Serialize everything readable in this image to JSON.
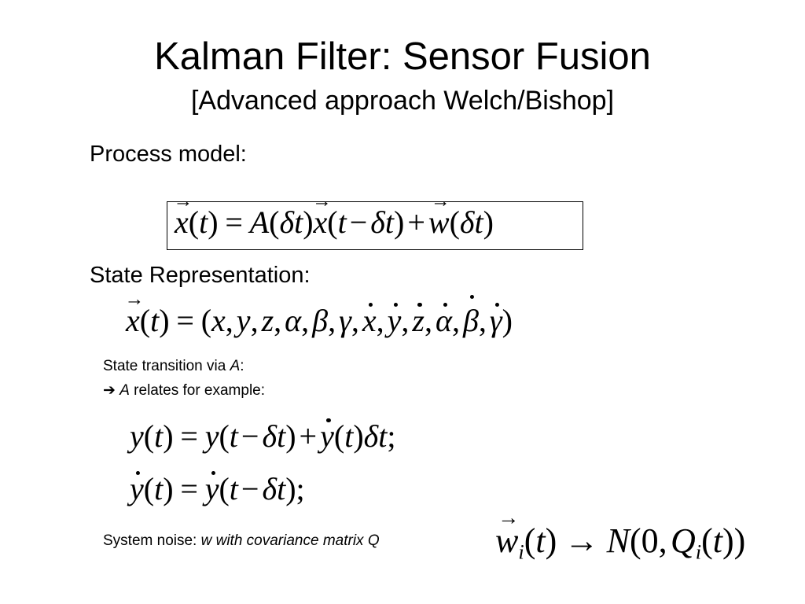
{
  "slide": {
    "title": "Kalman Filter: Sensor Fusion",
    "subtitle": "[Advanced approach Welch/Bishop]",
    "process_model_label": "Process model:",
    "state_representation_label": "State Representation:",
    "state_transition": {
      "prefix": "State transition via ",
      "var": "A",
      "suffix": ":"
    },
    "relates": {
      "arrow": "➔",
      "var": "A",
      "text": " relates for example:"
    },
    "system_noise": {
      "prefix": "System noise: ",
      "detail": "w with covariance matrix Q"
    },
    "equations": {
      "process_model": "x(t) = A(δt)x(t − δt) + w(δt)",
      "state_vector": "x(t) = (x, y, z, α, β, γ, ẋ, ẏ, ż, α̇, β̇, γ̇)",
      "y_update": "y(t) = y(t − δt) + ẏ(t)δt;",
      "ydot_update": "ẏ(t) = ẏ(t − δt);",
      "noise": "w_i(t) → N(0, Q_i(t))"
    }
  }
}
